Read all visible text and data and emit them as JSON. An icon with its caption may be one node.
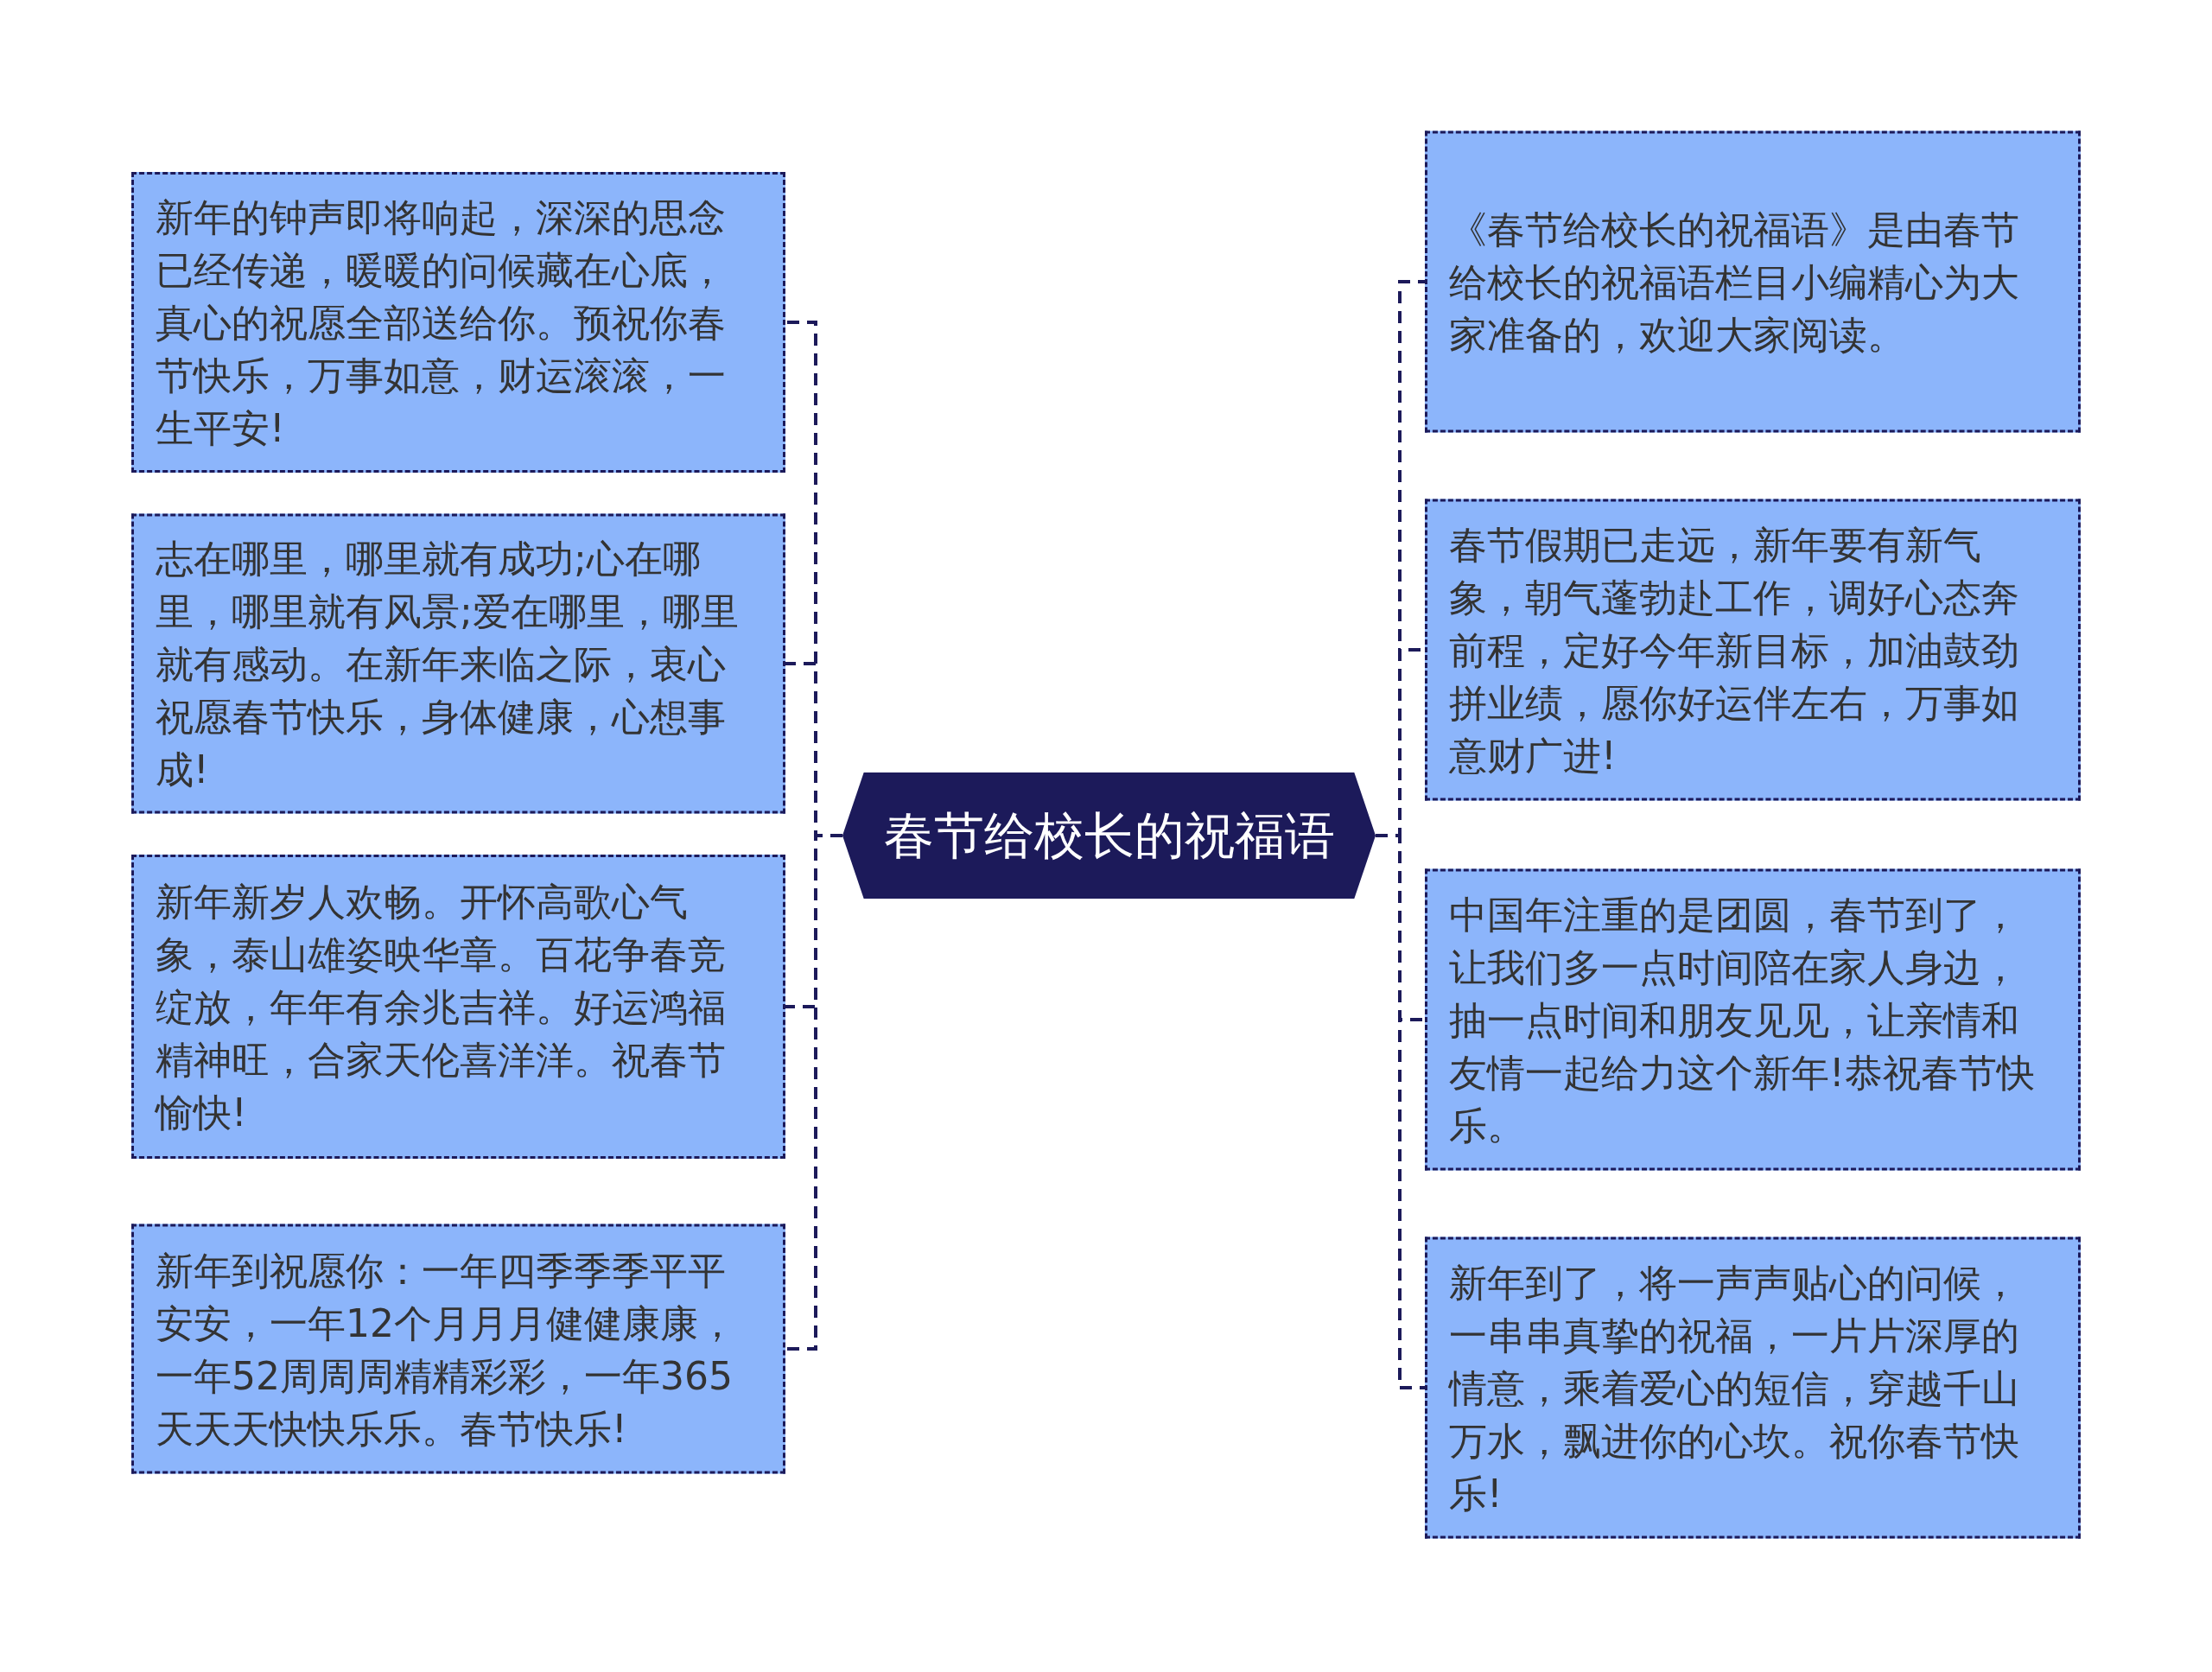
{
  "diagram": {
    "nodes": [
      {
        "text": [
          "春节给校长的祝福语"
        ]
      },
      {
        "text": [
          "新年的钟声即将响起，深深的思念已经传递，暖暖的问候藏在心底，真心的祝愿全部送给你。预祝你春节快乐，万事如意，财运滚滚，一生平安!"
        ]
      },
      {
        "text": [
          "志在哪里，哪里就有成功;心在哪里，哪里就有风景;爱在哪里，哪里就有感动。在新年来临之际，衷心祝愿春节快乐，身体健康，心想事成!"
        ]
      },
      {
        "text": [
          "新年新岁人欢畅。开怀高歌心气象，泰山雄姿映华章。百花争春竞绽放，年年有余兆吉祥。好运鸿福精神旺，合家天伦喜洋洋。祝春节愉快!"
        ]
      },
      {
        "text": [
          "新年到祝愿你：一年四季季季平平安安，一年12个月月月健健康康，一年52周周周精精彩彩，一年365天天天快快乐乐。春节快乐!"
        ]
      },
      {
        "text": [
          "《春节给校长的祝福语》是由春节给校长的祝福语栏目小编精心为大家准备的，欢迎大家阅读。"
        ]
      },
      {
        "text": [
          "春节假期已走远，新年要有新气象，朝气蓬勃赴工作，调好心态奔前程，定好今年新目标，加油鼓劲拼业绩，愿你好运伴左右，万事如意财广进!"
        ]
      },
      {
        "text": [
          "中国年注重的是团圆，春节到了，让我们多一点时间陪在家人身边，抽一点时间和朋友见见，让亲情和友情一起给力这个新年!恭祝春节快乐。"
        ]
      },
      {
        "text": [
          "新年到了，将一声声贴心的问候，一串串真挚的祝福，一片片深厚的情意，乘着爱心的短信，穿越千山万水，飘进你的心坎。祝你春节快乐!"
        ]
      }
    ],
    "edges": [
      {
        "from": 0,
        "to": 1,
        "arrow": "none",
        "style": "dashed"
      },
      {
        "from": 0,
        "to": 2,
        "arrow": "none",
        "style": "dashed"
      },
      {
        "from": 0,
        "to": 3,
        "arrow": "none",
        "style": "dashed"
      },
      {
        "from": 0,
        "to": 4,
        "arrow": "none",
        "style": "dashed"
      },
      {
        "from": 0,
        "to": 5,
        "arrow": "none",
        "style": "dashed"
      },
      {
        "from": 0,
        "to": 6,
        "arrow": "none",
        "style": "dashed"
      },
      {
        "from": 0,
        "to": 7,
        "arrow": "none",
        "style": "dashed"
      },
      {
        "from": 0,
        "to": 8,
        "arrow": "none",
        "style": "dashed"
      }
    ]
  }
}
